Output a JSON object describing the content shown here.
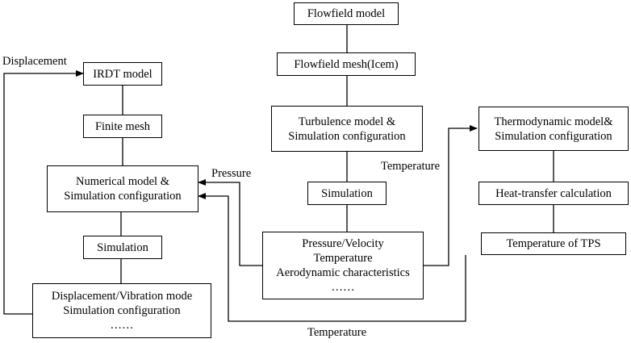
{
  "nodes": {
    "flowfield_model": [
      "Flowfield model"
    ],
    "flowfield_mesh": [
      "Flowfield mesh(Icem)"
    ],
    "turbulence_model": [
      "Turbulence model &",
      "Simulation configuration"
    ],
    "cfd_simulation": [
      "Simulation"
    ],
    "flow_results": [
      "Pressure/Velocity",
      "Temperature",
      "Aerodynamic characteristics",
      "……"
    ],
    "irdt_model": [
      "IRDT model"
    ],
    "finite_mesh": [
      "Finite mesh"
    ],
    "numerical_model": [
      "Numerical model &",
      "Simulation configuration"
    ],
    "fem_simulation": [
      "Simulation"
    ],
    "displacement_results": [
      "Displacement/Vibration mode",
      "Simulation configuration",
      "……"
    ],
    "thermo_model": [
      "Thermodynamic model&",
      "Simulation configuration"
    ],
    "heat_transfer": [
      "Heat-transfer calculation"
    ],
    "tps_temperature": [
      "Temperature of TPS"
    ]
  },
  "labels": {
    "displacement": "Displacement",
    "pressure": "Pressure",
    "temperature_upper": "Temperature",
    "temperature_lower": "Temperature"
  },
  "colors": {
    "line": "#000000",
    "box_fill": "#ffffff",
    "text": "#000000"
  }
}
